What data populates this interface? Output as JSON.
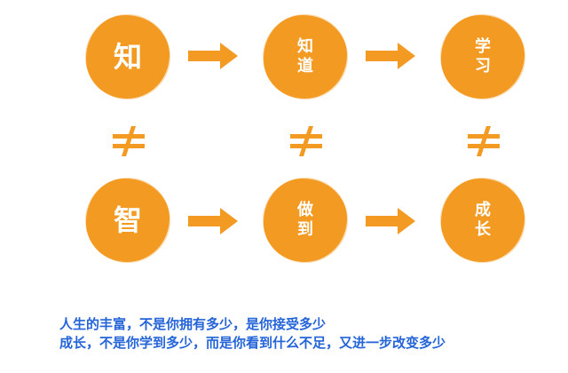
{
  "top_row": {
    "node1": "知",
    "node2_line1": "知",
    "node2_line2": "道",
    "node3_line1": "学",
    "node3_line2": "习"
  },
  "bottom_row": {
    "node1": "智",
    "node2_line1": "做",
    "node2_line2": "到",
    "node3_line1": "成",
    "node3_line2": "长"
  },
  "neq_symbol": "≠",
  "captions": {
    "line1": "人生的丰富，不是你拥有多少，是你接受多少",
    "line2": "成长，不是你学到多少，而是你看到什么不足，又进一步改变多少"
  },
  "colors": {
    "orange": "#f39a22",
    "text_blue": "#2464d8"
  }
}
